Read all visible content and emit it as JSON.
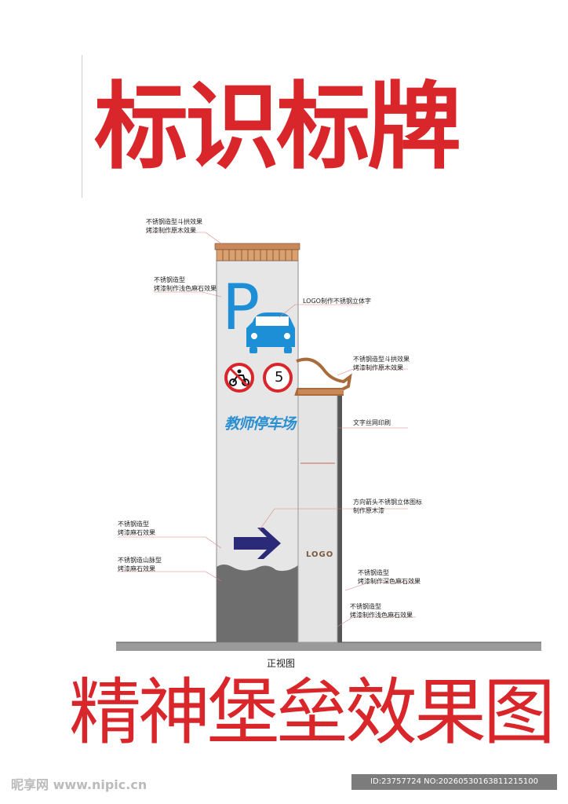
{
  "title_top": "标识标牌",
  "title_bottom": "精神堡垒效果图",
  "view_label": "正视图",
  "notes": [
    "不锈钢造型斗拱效果\n烤漆制作原木效果",
    "不锈钢造型\n烤漆制作浅色麻石效果",
    "LOGO制作不锈钢立体字",
    "不锈钢造型斗拱效果\n烤漆制作原木效果",
    "文字丝网印刷",
    "方向箭头不锈钢立体图标\n制作原木漆",
    "不锈钢造型\n烤漆麻石效果",
    "不锈钢造山脉型\n烤漆麻石效果",
    "不锈钢造型\n烤漆制作深色麻石效果",
    "不锈钢造型\n烤漆制作浅色麻石效果"
  ],
  "sign": {
    "p_letter": "P",
    "speed_limit": "5",
    "parking_title": "教师停车场",
    "logo": "LOGO"
  },
  "watermark": {
    "left": "昵享网 www.nipic.cn",
    "right": "ID:23757724 NO:20260530163811215100"
  },
  "colors": {
    "title_red": "#d8262a",
    "blue": "#1c8fd6",
    "navy_arrow": "#2b2a78",
    "wood": "#c9885a",
    "gray_mountain": "#6e6e6e",
    "panel_gray": "#e4e4e4"
  }
}
